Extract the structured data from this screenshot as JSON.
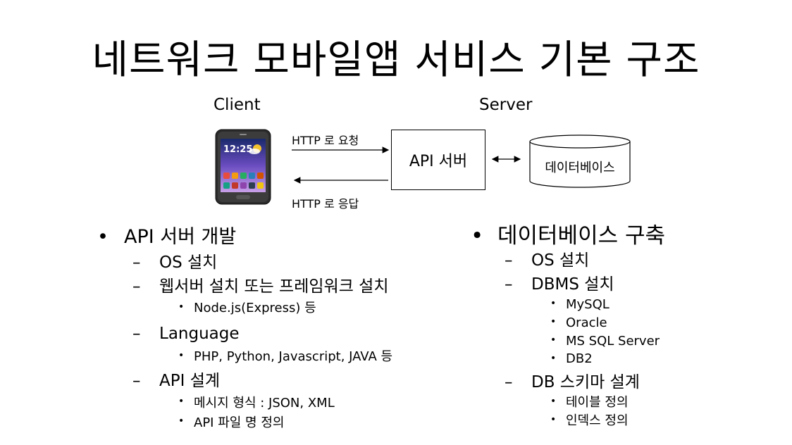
{
  "title": "네트워크 모바일앱 서비스 기본 구조",
  "diagram": {
    "client_label": "Client",
    "server_label": "Server",
    "request_label": "HTTP 로 요청",
    "response_label": "HTTP 로 응답",
    "api_server_label": "API 서버",
    "database_label": "데이터베이스",
    "phone_time": "12:25"
  },
  "left_list": {
    "heading": "API 서버 개발",
    "items": [
      {
        "label": "OS 설치",
        "sub": []
      },
      {
        "label": "웹서버 설치 또는 프레임워크 설치",
        "sub": [
          "Node.js(Express) 등"
        ]
      },
      {
        "label": "Language",
        "sub": [
          "PHP, Python, Javascript, JAVA 등"
        ]
      },
      {
        "label": "API 설계",
        "sub": [
          "메시지 형식 : JSON, XML",
          "API 파일 명 정의"
        ]
      }
    ]
  },
  "right_list": {
    "heading": "데이터베이스 구축",
    "items": [
      {
        "label": "OS 설치",
        "sub": []
      },
      {
        "label": "DBMS 설치",
        "sub": [
          "MySQL",
          "Oracle",
          "MS SQL Server",
          "DB2"
        ]
      },
      {
        "label": "DB 스키마 설계",
        "sub": [
          "테이블 정의",
          "인덱스 정의"
        ]
      }
    ]
  },
  "markers": {
    "bullet": "•",
    "dash": "–"
  }
}
